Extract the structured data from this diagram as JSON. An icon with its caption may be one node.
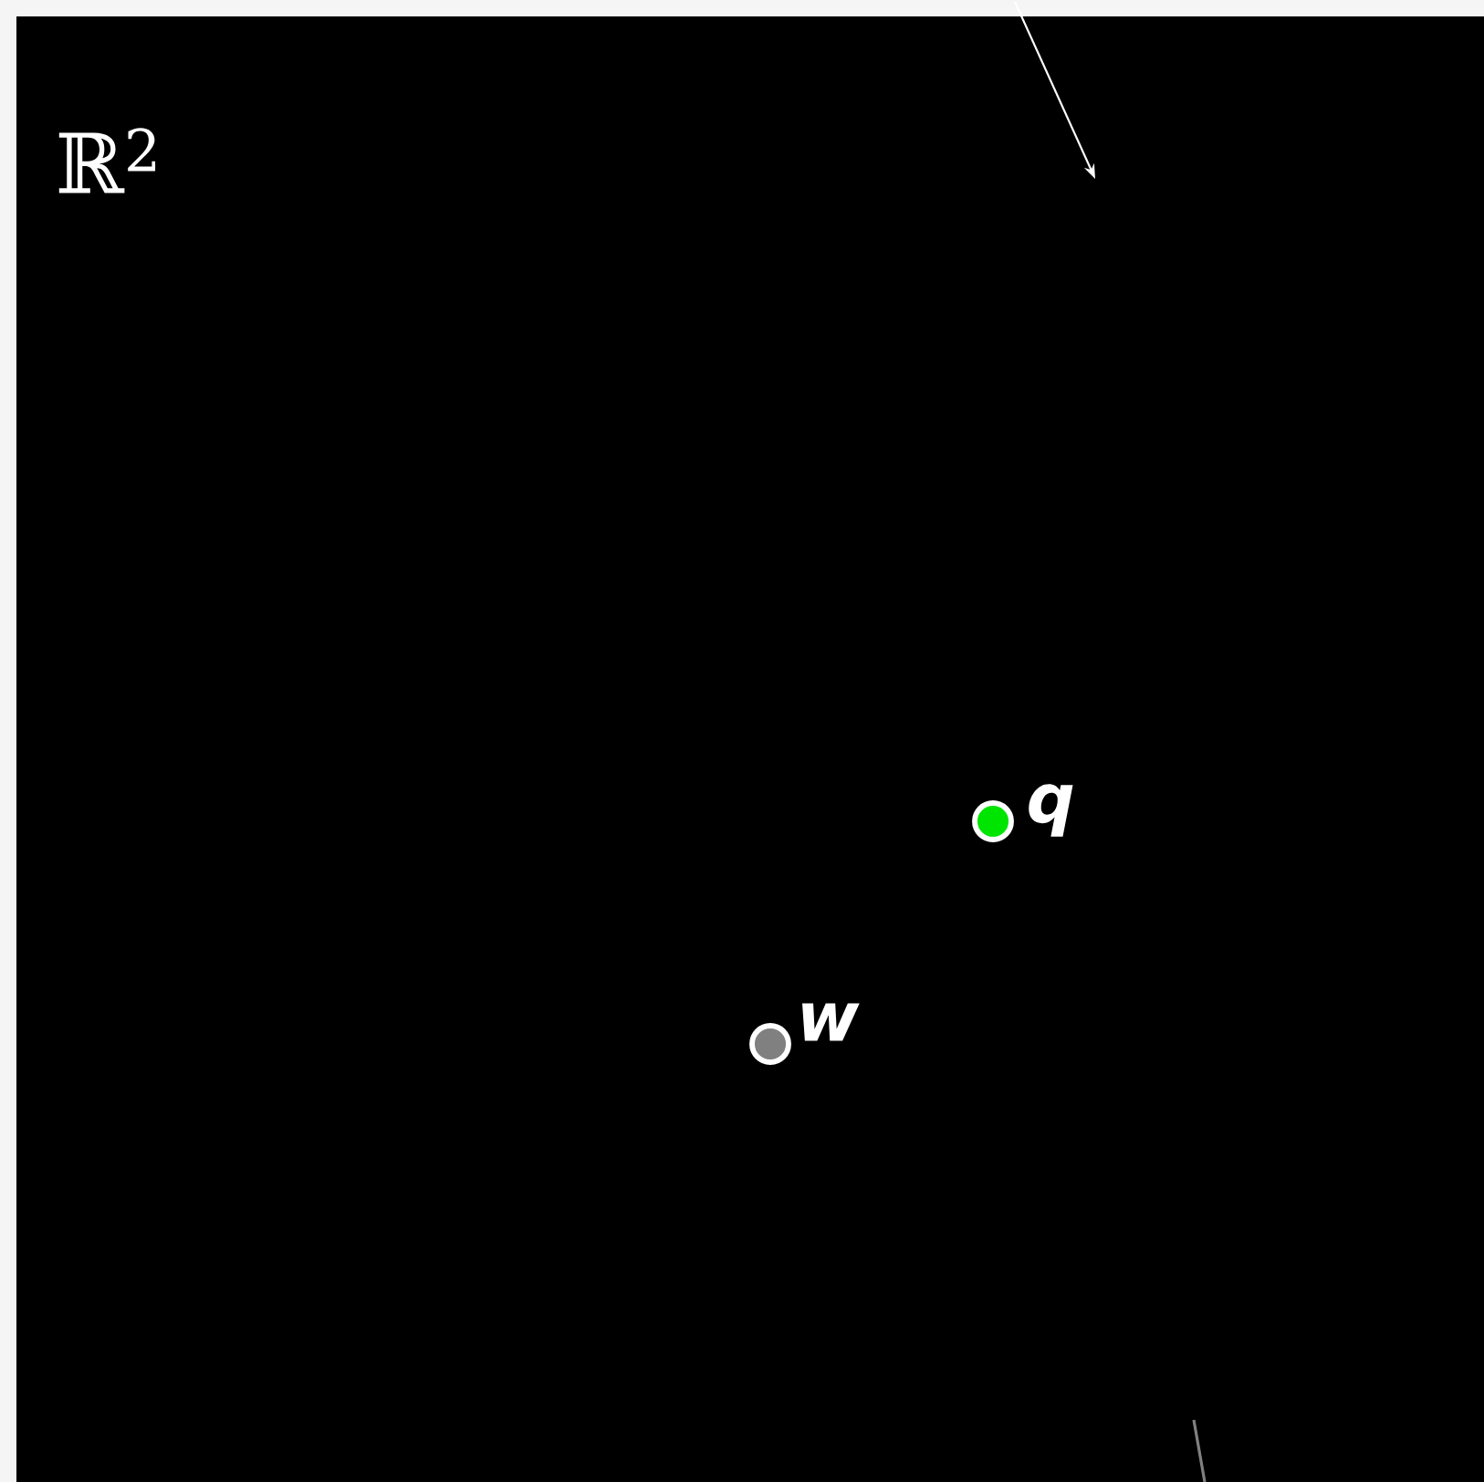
{
  "diagram": {
    "labels": [
      "ℝ$^{2}$",
      "q",
      "w"
    ]
  }
}
